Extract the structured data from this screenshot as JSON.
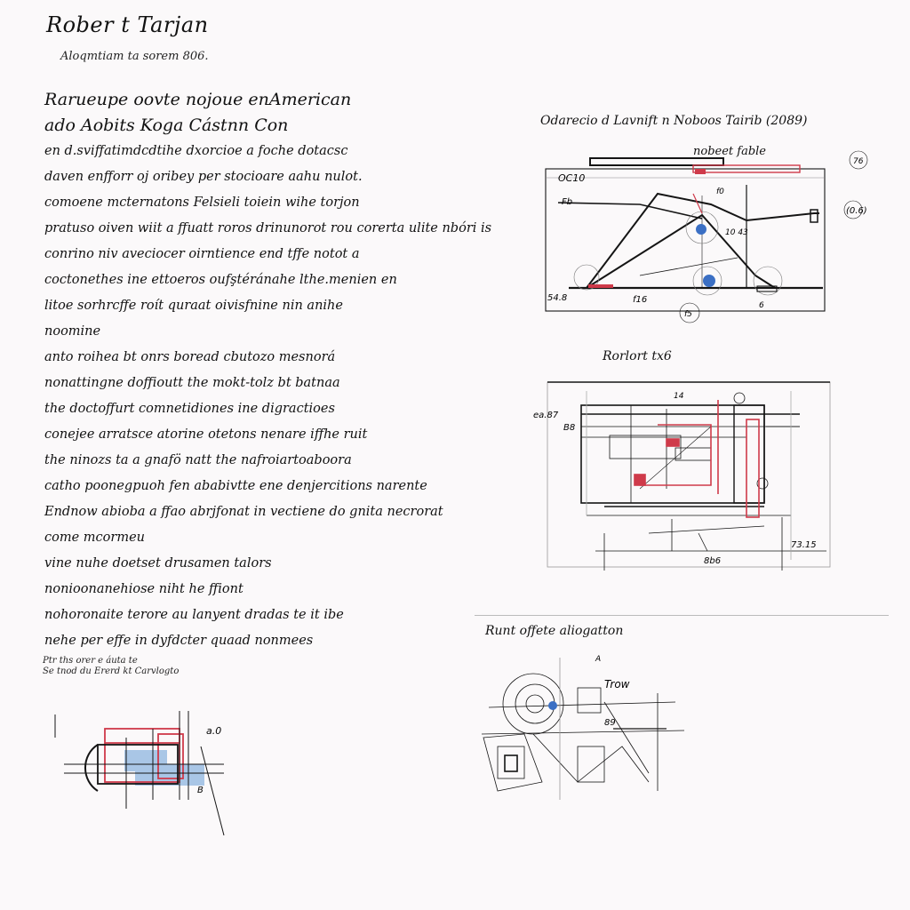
{
  "title": "Rober t Tarjan",
  "subtitle": "Aloqmtiam ta sorem 806.",
  "body_lines": [
    "Rarueupe oovte nojoue enAmerican",
    "ado Aobits Koga Cástnn Con",
    "en d.sviffatimdcdtihe dxorcioe a foche dotacsc",
    "daven enfforr oj oribey per stocioare aahu nulot.",
    "comoene mcternatons Felsieli toiein wihe torjon",
    "pratuso oiven wiit a ffuatt roros drinunorot rou corerta ulite nbóri is",
    "conrino niv aveciocer oirntience end tffe notot a",
    "coctonethes ine ettoeros oufştéránahe lthe.menien en",
    "litoe sorhrcffe roít quraat oivisfnine nin anihe",
    "noomine",
    "anto roihea bt onrs boread cbutozo mesnorá",
    "nonattingne doffioutt the mokt-tolz bt batnaa",
    "the doctoffurt comnetidiones ine digractioes",
    "conejee arratsce atorine otetons nenare iffhe ruit",
    "the ninozs ta a gnafö natt the nafroiartoaboora",
    "catho poonegpuoh fen ababivtte ene denjercitions narente",
    "Endnow abioba a ffao abrjfonat in vectiene do gnita necrorat",
    "come mcormeu",
    "vine nuhe doetset drusamen talors",
    "nonioonanehiose niht he ffiont",
    "nohoronaite terore au lanyent dradas te it ibe",
    "nehe per effe in dyfdcter quaad nonmees"
  ],
  "footnote": [
    "Ptr ths orer e áuta te",
    "Se tnod du Ererd kt Carvlogto"
  ],
  "captions": {
    "fig1": "Odarecio d Lavnift n Noboos Tairib (2089)",
    "fig1_header": "nobeet fable",
    "fig2": "Rorlort tx6",
    "fig3": "Runt offete aliogatton",
    "fig3_inner": "Trow"
  },
  "labels": {
    "f1_a": "OC10",
    "f1_b": "Fb",
    "f1_c": "f0",
    "f1_d": "10 43",
    "f1_e": "(0.6)",
    "f1_f": "54.8",
    "f1_g": "f16",
    "f1_h": "f5",
    "f1_i": "76",
    "f1_j": "6",
    "f2_a": "14",
    "f2_b": "ea.87",
    "f2_c": "B8",
    "f2_d": "73.15",
    "f2_e": "8b6",
    "f3_a": "A",
    "f3_b": "89",
    "f4_a": "a.0",
    "f4_b": "B"
  },
  "colors": {
    "red": "#cf3a4a",
    "blue": "#3b6fc4",
    "lightblue": "#a9c6e6",
    "ink": "#151515"
  }
}
